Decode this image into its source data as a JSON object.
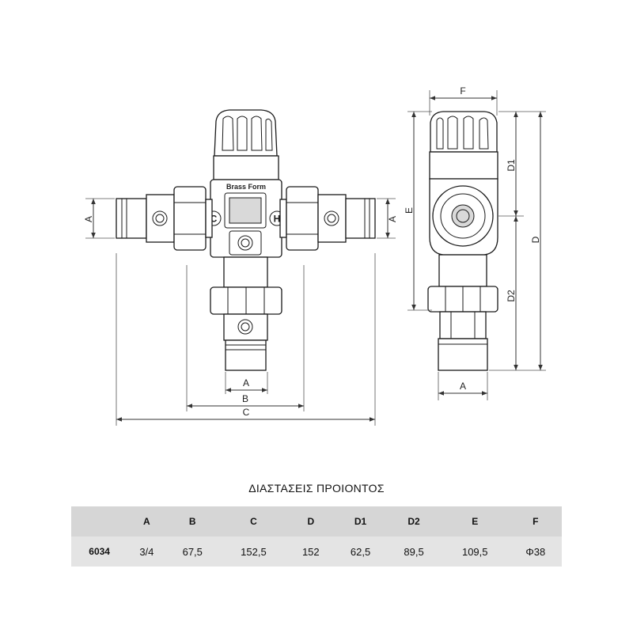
{
  "drawing": {
    "brand_label": "Brass Form",
    "front_view": {
      "port_labels": {
        "cold": "C",
        "hot": "H"
      },
      "dimension_labels": {
        "side_a": "A",
        "side_a_right": "A",
        "bottom_a": "A",
        "bottom_b": "B",
        "bottom_c": "C"
      }
    },
    "side_view": {
      "dimension_labels": {
        "f": "F",
        "e": "E",
        "d": "D",
        "d1": "D1",
        "d2": "D2",
        "a": "A"
      }
    }
  },
  "table": {
    "title": "ΔΙΑΣΤΑΣΕΙΣ ΠΡΟΙΟΝΤΟΣ",
    "headers": [
      "",
      "A",
      "B",
      "C",
      "D",
      "D1",
      "D2",
      "E",
      "F"
    ],
    "rows": [
      {
        "code": "6034",
        "values": [
          "3/4",
          "67,5",
          "152,5",
          "152",
          "62,5",
          "89,5",
          "109,5",
          "Φ38"
        ]
      }
    ]
  }
}
